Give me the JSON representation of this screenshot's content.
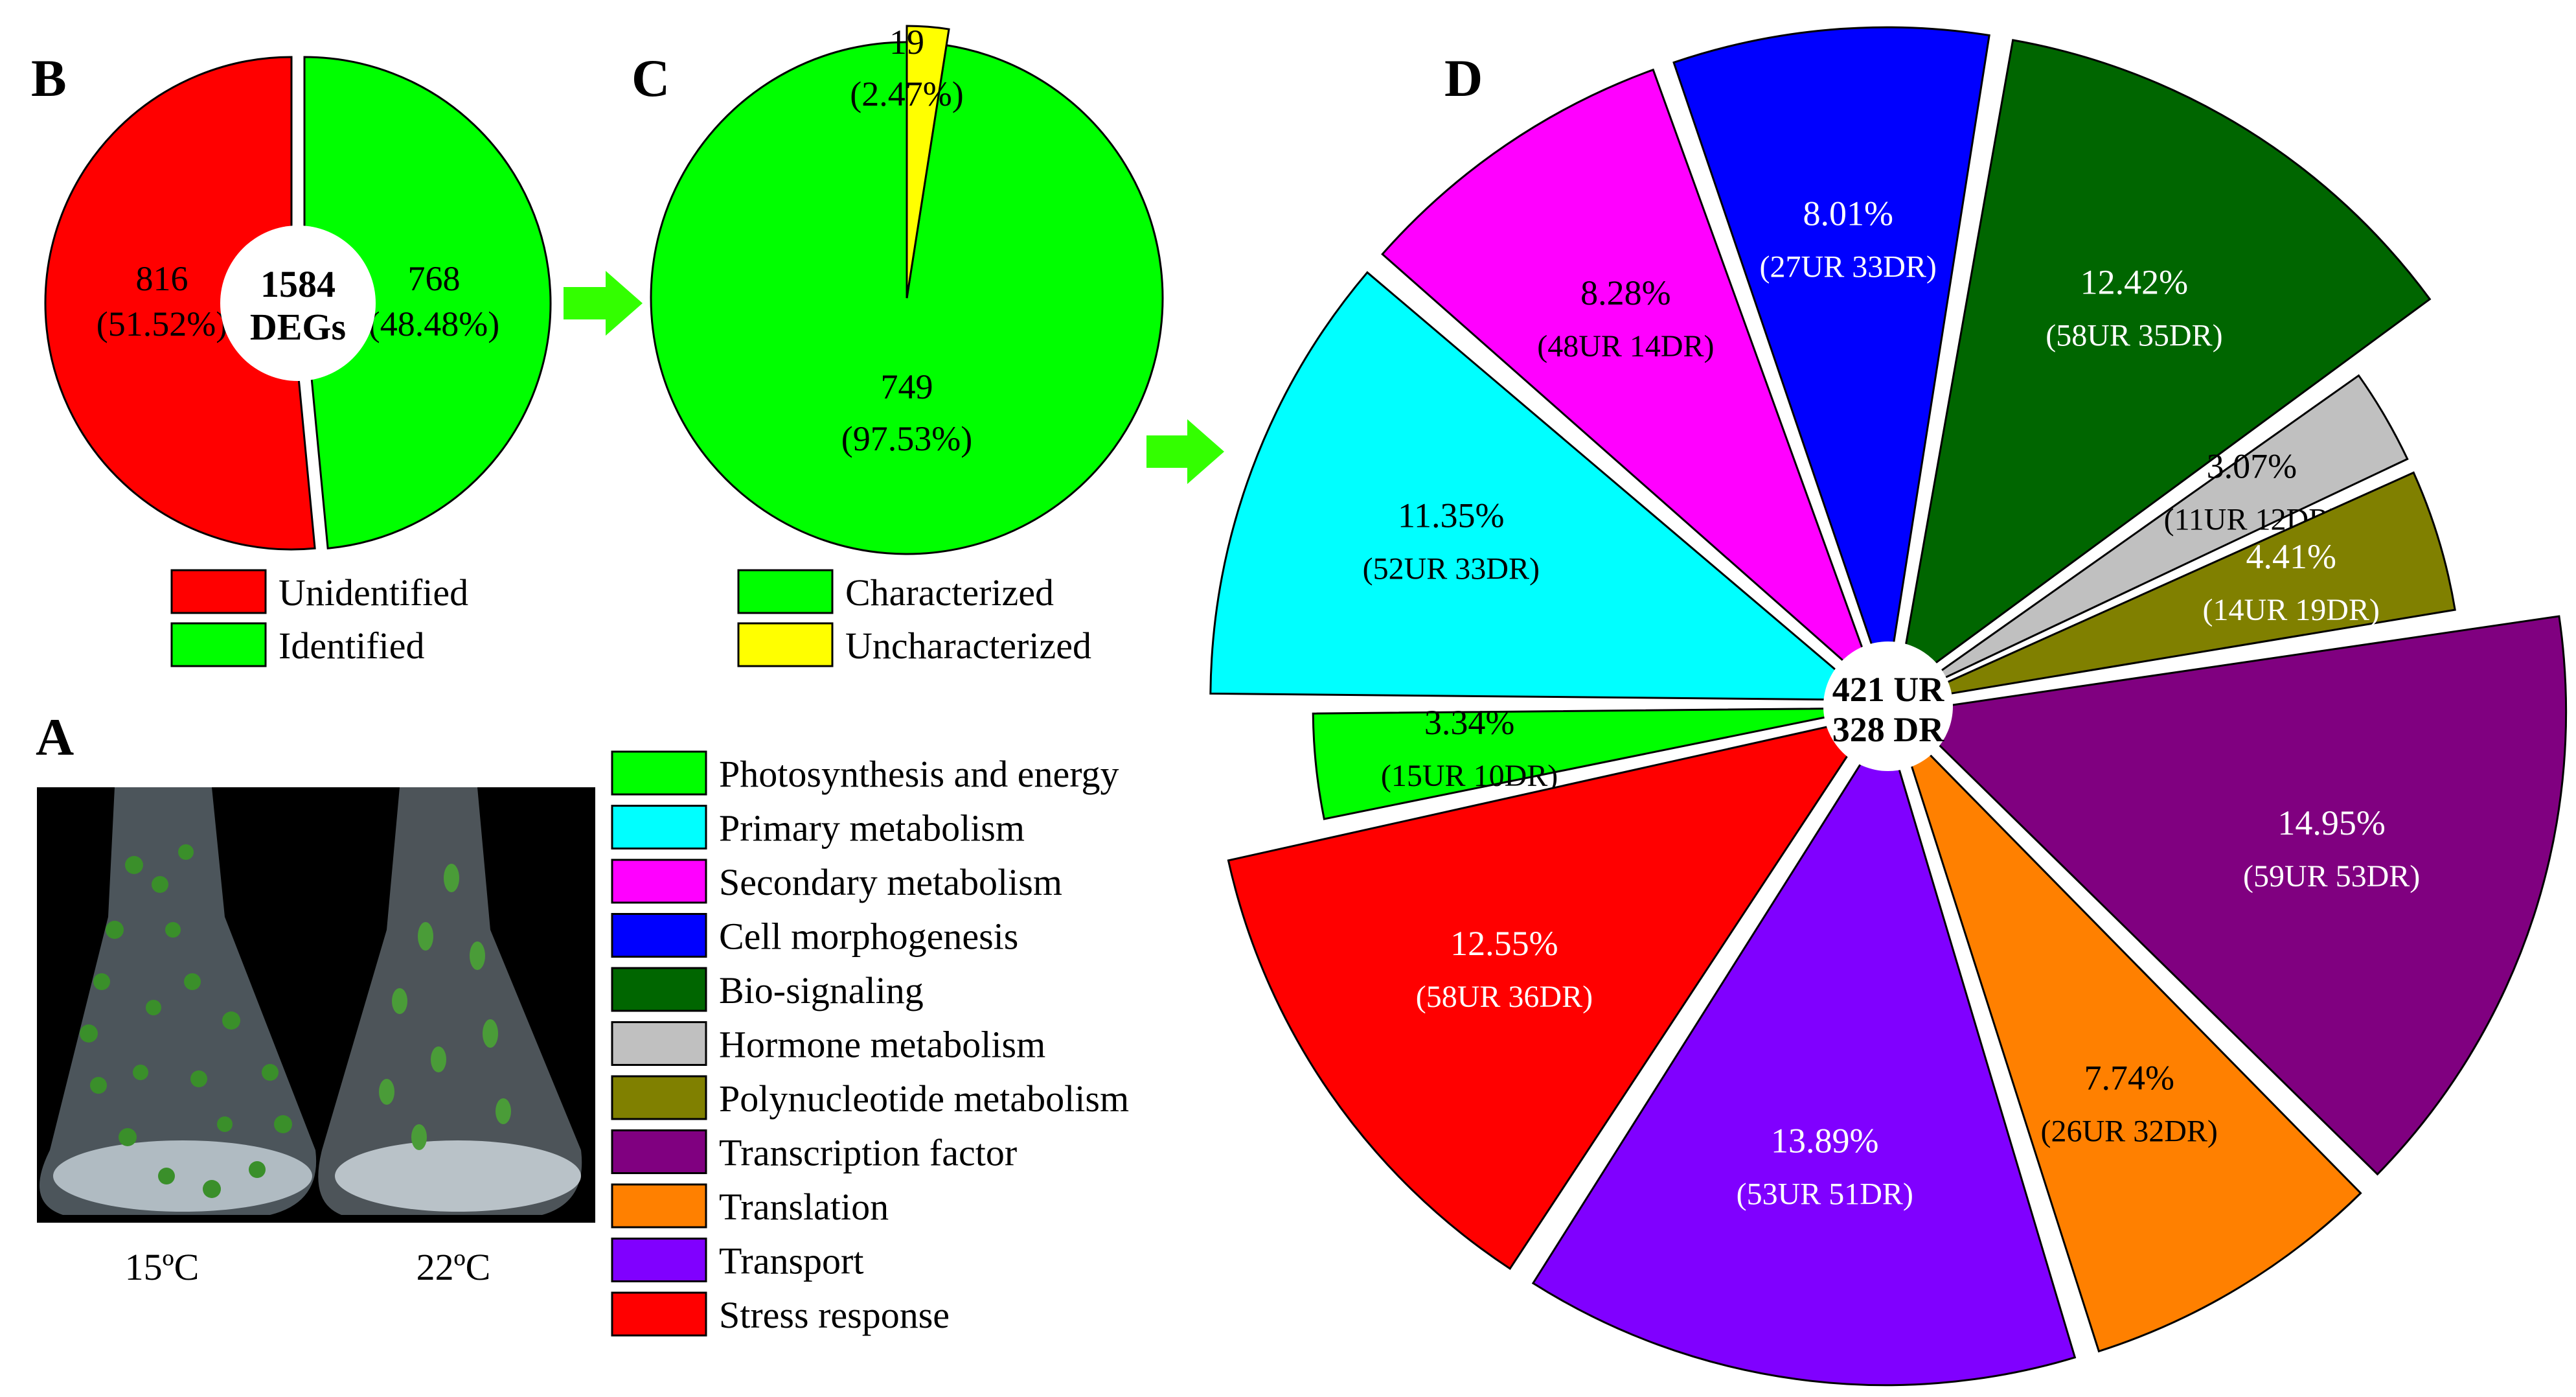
{
  "panels": {
    "a": "A",
    "b": "B",
    "c": "C",
    "d": "D"
  },
  "photo": {
    "labels": [
      "15ºC",
      "22ºC"
    ],
    "icon": "flask-plants-photo"
  },
  "colors": {
    "unidentified": "#ff0000",
    "identified": "#00ff00",
    "characterized": "#00ff00",
    "uncharacterized": "#ffff00",
    "arrow": "#33ff00"
  },
  "chart_data": [
    {
      "panel": "B",
      "type": "pie",
      "center_label": [
        "1584",
        "DEGs"
      ],
      "slices": [
        {
          "name": "Unidentified",
          "value": 816,
          "percent": 51.52,
          "label": "816",
          "sub": "(51.52%)",
          "color": "#ff0000"
        },
        {
          "name": "Identified",
          "value": 768,
          "percent": 48.48,
          "label": "768",
          "sub": "(48.48%)",
          "color": "#00ff00"
        }
      ],
      "legend": [
        {
          "label": "Unidentified",
          "color": "#ff0000"
        },
        {
          "label": "Identified",
          "color": "#00ff00"
        }
      ]
    },
    {
      "panel": "C",
      "type": "pie",
      "slices": [
        {
          "name": "Characterized",
          "value": 749,
          "percent": 97.53,
          "label": "749",
          "sub": "(97.53%)",
          "color": "#00ff00"
        },
        {
          "name": "Uncharacterized",
          "value": 19,
          "percent": 2.47,
          "label": "19",
          "sub": "(2.47%)",
          "color": "#ffff00"
        }
      ],
      "legend": [
        {
          "label": "Characterized",
          "color": "#00ff00"
        },
        {
          "label": "Uncharacterized",
          "color": "#ffff00"
        }
      ]
    },
    {
      "panel": "D",
      "type": "pie",
      "center_label": [
        "421 UR",
        "328 DR"
      ],
      "slices": [
        {
          "name": "Photosynthesis and energy",
          "percent": 3.34,
          "label": "3.34%",
          "sub": "(15UR  10DR)",
          "color": "#00ff00",
          "text_color": "#000000"
        },
        {
          "name": "Primary metabolism",
          "percent": 11.35,
          "label": "11.35%",
          "sub": "(52UR 33DR)",
          "color": "#00ffff",
          "text_color": "#000000"
        },
        {
          "name": "Secondary metabolism",
          "percent": 8.28,
          "label": "8.28%",
          "sub": "(48UR  14DR)",
          "color": "#ff00ff",
          "text_color": "#000000"
        },
        {
          "name": "Cell morphogenesis",
          "percent": 8.01,
          "label": "8.01%",
          "sub": "(27UR  33DR)",
          "color": "#0000ff",
          "text_color": "#ffffff"
        },
        {
          "name": "Bio-signaling",
          "percent": 12.42,
          "label": "12.42%",
          "sub": "(58UR  35DR)",
          "color": "#006600",
          "text_color": "#ffffff"
        },
        {
          "name": "Hormone metabolism",
          "percent": 3.07,
          "label": "3.07%",
          "sub": "(11UR  12DR)",
          "color": "#c0c0c0",
          "text_color": "#000000"
        },
        {
          "name": "Polynucleotide metabolism",
          "percent": 4.41,
          "label": "4.41%",
          "sub": "(14UR  19DR)",
          "color": "#808000",
          "text_color": "#ffffff"
        },
        {
          "name": "Transcription factor",
          "percent": 14.95,
          "label": "14.95%",
          "sub": "(59UR  53DR)",
          "color": "#800080",
          "text_color": "#ffffff"
        },
        {
          "name": "Translation",
          "percent": 7.74,
          "label": "7.74%",
          "sub": "(26UR  32DR)",
          "color": "#ff8000",
          "text_color": "#000000"
        },
        {
          "name": "Transport",
          "percent": 13.89,
          "label": "13.89%",
          "sub": "(53UR  51DR)",
          "color": "#8000ff",
          "text_color": "#ffffff"
        },
        {
          "name": "Stress response",
          "percent": 12.55,
          "label": "12.55%",
          "sub": "(58UR  36DR)",
          "color": "#ff0000",
          "text_color": "#ffffff"
        }
      ],
      "legend": [
        {
          "label": "Photosynthesis and energy",
          "color": "#00ff00"
        },
        {
          "label": "Primary metabolism",
          "color": "#00ffff"
        },
        {
          "label": "Secondary metabolism",
          "color": "#ff00ff"
        },
        {
          "label": "Cell morphogenesis",
          "color": "#0000ff"
        },
        {
          "label": "Bio-signaling",
          "color": "#006600"
        },
        {
          "label": "Hormone metabolism",
          "color": "#c0c0c0"
        },
        {
          "label": "Polynucleotide metabolism",
          "color": "#808000"
        },
        {
          "label": "Transcription factor",
          "color": "#800080"
        },
        {
          "label": "Translation",
          "color": "#ff8000"
        },
        {
          "label": "Transport",
          "color": "#8000ff"
        },
        {
          "label": "Stress response",
          "color": "#ff0000"
        }
      ]
    }
  ]
}
